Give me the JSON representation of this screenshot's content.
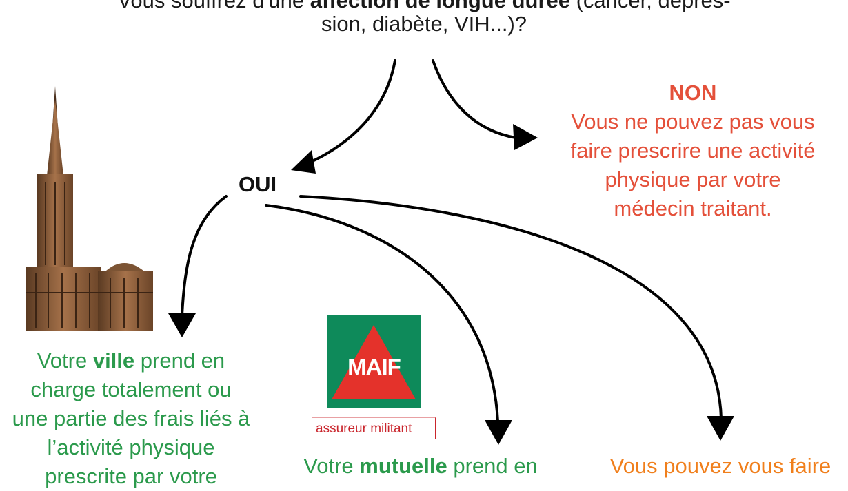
{
  "question": {
    "line1_pre": "Vous souffrez d'une ",
    "line1_bold": "affection de longue durée",
    "line1_post": " (cancer, dépres-",
    "line2": "sion, diabète, VIH...)?"
  },
  "oui_label": "OUI",
  "non": {
    "title": "NON",
    "lines": [
      "Vous ne pouvez pas vous",
      "faire prescrire une activité",
      "physique par votre",
      "médecin traitant."
    ]
  },
  "ville": {
    "line1_pre": "Votre ",
    "line1_bold": "ville",
    "line1_post": " prend en",
    "line2": "charge totalement ou",
    "line3": "une partie des frais liés à",
    "line4": "l’activité physique",
    "line5": "prescrite par votre"
  },
  "mutuelle": {
    "line1_pre": "Votre ",
    "line1_bold": "mutuelle",
    "line1_post": " prend en"
  },
  "orange_text": "Vous pouvez vous faire",
  "maif": {
    "word": "MAIF",
    "tagline": "assureur militant"
  },
  "colors": {
    "red": "#e4503a",
    "green": "#2b9a4c",
    "orange": "#f07f1c",
    "maif_green": "#0e8a5a",
    "maif_red": "#e4322b"
  }
}
